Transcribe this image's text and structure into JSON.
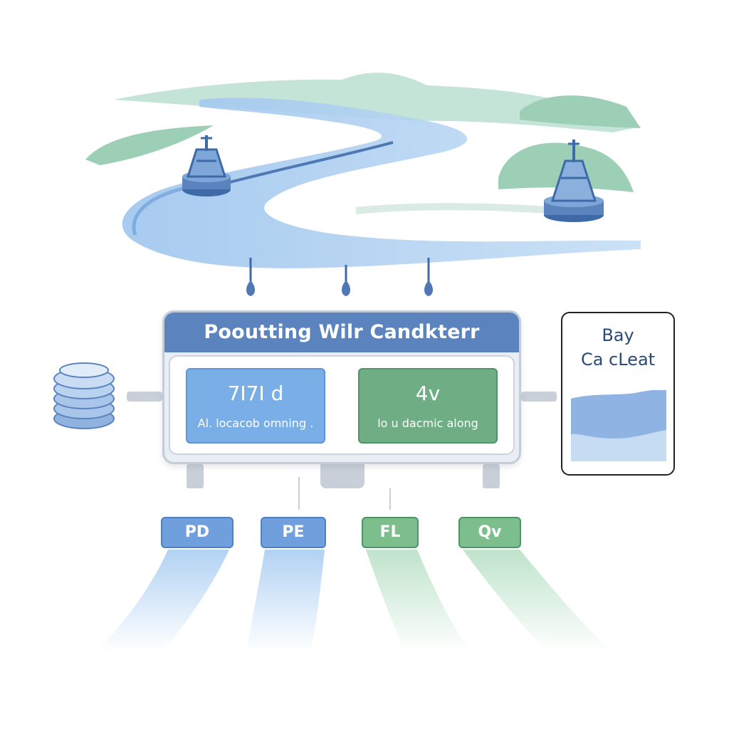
{
  "panel": {
    "title": "Pooutting Wilr Candkterr",
    "cards": [
      {
        "value": "7I7I d",
        "description": "Al. locacob omning .",
        "color": "#7aaee6"
      },
      {
        "value": "4v",
        "description": "lo u dacmic along",
        "color": "#6fae85"
      }
    ]
  },
  "side_card": {
    "title_line1": "Bay",
    "title_line2": "Ca cLeat"
  },
  "tags": [
    {
      "label": "PD",
      "color": "#6f9fdc"
    },
    {
      "label": "PE",
      "color": "#6f9fdc"
    },
    {
      "label": "FL",
      "color": "#7cbf8c"
    },
    {
      "label": "Qv",
      "color": "#7cbf8c"
    }
  ],
  "colors": {
    "water": "#a9cdf2",
    "land": "#a8d5c0",
    "accent_blue": "#5b84bf",
    "accent_green": "#6fae85"
  }
}
